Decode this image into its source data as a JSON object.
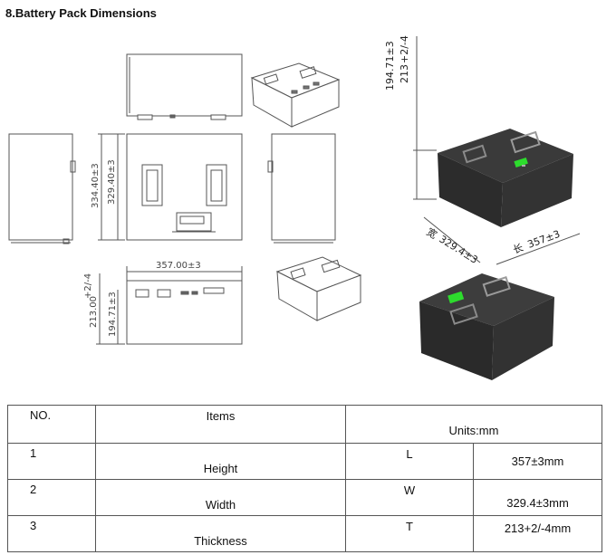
{
  "heading": "8.Battery Pack Dimensions",
  "drawing_labels": {
    "side_length": "334.40±3",
    "side_width": "329.40±3",
    "top_length": "357.00±3",
    "front_height_full": "213.00",
    "front_height_tol": "+2/-4",
    "front_height": "194.71±3",
    "render_height": "194.71±3",
    "render_height_2": "213",
    "render_height_2_tol": "+2/-4",
    "render_width_char": "宽",
    "render_width": "329.4±3",
    "render_length_char": "长",
    "render_length": "357±3"
  },
  "table": {
    "header": {
      "no": "NO.",
      "items": "Items",
      "units": "Units:mm"
    },
    "rows": [
      {
        "no": "1",
        "item": "Height",
        "symbol": "L",
        "value": "357±3mm"
      },
      {
        "no": "2",
        "item": "Width",
        "symbol": "W",
        "value": "329.4±3mm"
      },
      {
        "no": "3",
        "item": "Thickness",
        "symbol": "T",
        "value": "213+2/-4mm"
      }
    ]
  },
  "colors": {
    "battery_body": "#333333",
    "battery_top": "#2a2a2a",
    "indicator": "#2ddc2d"
  }
}
